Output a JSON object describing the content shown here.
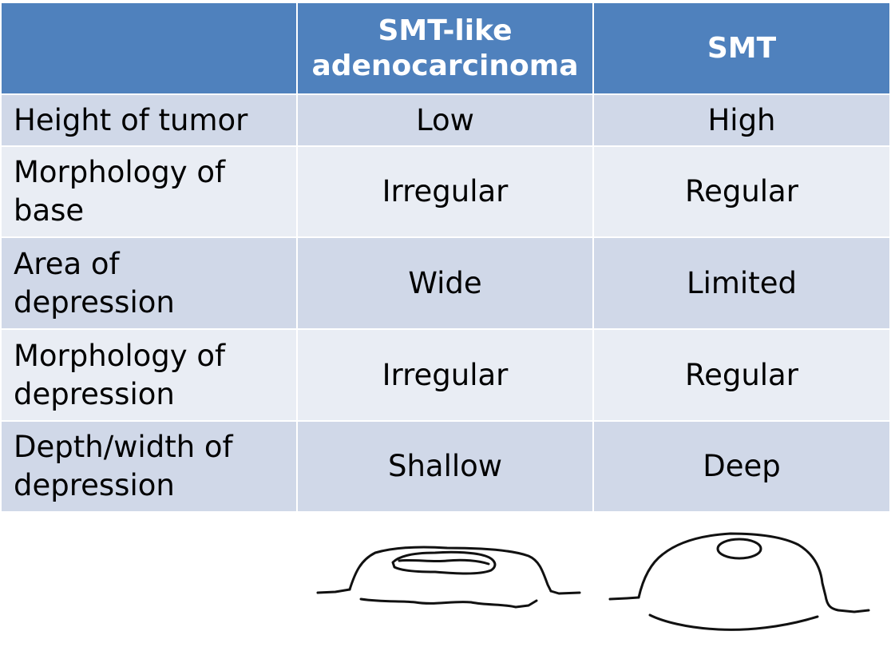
{
  "table": {
    "headers": [
      "",
      "SMT-like adenocarcinoma",
      "SMT"
    ],
    "header_lines": {
      "col1": [
        "SMT-like",
        "adenocarcinoma"
      ],
      "col2": [
        "SMT"
      ]
    },
    "rows": [
      {
        "label": "Height of tumor",
        "label_lines": [
          "Height of tumor"
        ],
        "col1": "Low",
        "col2": "High"
      },
      {
        "label": "Morphology of base",
        "label_lines": [
          "Morphology of",
          "base"
        ],
        "col1": "Irregular",
        "col2": "Regular"
      },
      {
        "label": "Area of depression",
        "label_lines": [
          "Area of",
          "depression"
        ],
        "col1": "Wide",
        "col2": "Limited"
      },
      {
        "label": "Morphology of depression",
        "label_lines": [
          "Morphology of",
          "depression"
        ],
        "col1": "Irregular",
        "col2": "Regular"
      },
      {
        "label": "Depth/width of depression",
        "label_lines": [
          "Depth/width of",
          "depression"
        ],
        "col1": "Shallow",
        "col2": "Deep"
      }
    ]
  },
  "colors": {
    "header_bg": "#4f81bd",
    "row_odd_bg": "#d0d8e8",
    "row_even_bg": "#e9edf4",
    "header_text": "#ffffff"
  },
  "illustrations": [
    "smt-like-adenocarcinoma-sketch",
    "smt-sketch"
  ]
}
